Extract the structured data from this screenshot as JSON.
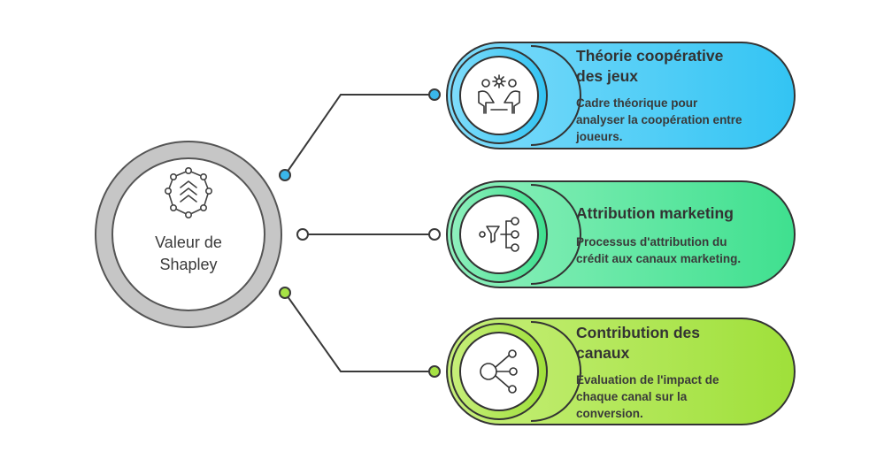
{
  "center": {
    "label_line1": "Valeur de",
    "label_line2": "Shapley",
    "icon": "network-chevrons-icon"
  },
  "cards": [
    {
      "title_line1": "Théorie coopérative",
      "title_line2": "des jeux",
      "desc_line1": "Cadre théorique pour",
      "desc_line2": "analyser la coopération entre",
      "desc_line3": "joueurs.",
      "icon": "cooperating-people-icon",
      "color": "#3ec6f4",
      "dot_color": "#3ab7ea"
    },
    {
      "title_line1": "Attribution marketing",
      "desc_line1": "Processus d'attribution du",
      "desc_line2": "crédit aux canaux marketing.",
      "icon": "funnel-network-icon",
      "color": "#4fe39a",
      "dot_color": "#ffffff"
    },
    {
      "title_line1": "Contribution des",
      "title_line2": "canaux",
      "desc_line1": "Évaluation de l'impact de",
      "desc_line2": "chaque canal sur la",
      "desc_line3": "conversion.",
      "icon": "branching-nodes-icon",
      "color": "#a6e245",
      "dot_color": "#a6e245"
    }
  ]
}
